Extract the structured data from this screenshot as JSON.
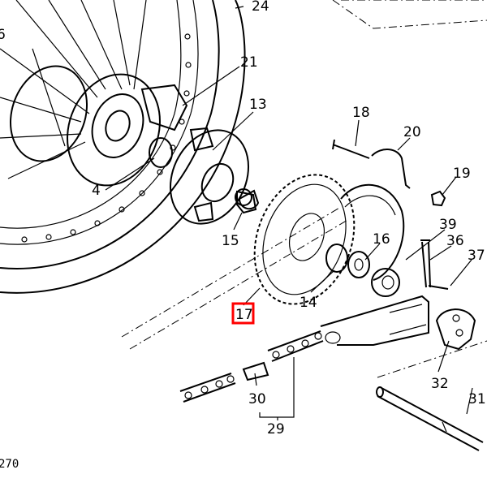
{
  "diagram": {
    "title": "Rear wheel and drive chain exploded view",
    "highlight_color": "#ff0000",
    "highlighted_part": "17",
    "labels": {
      "p24": "24",
      "p6": "6",
      "p21": "21",
      "p13": "13",
      "p18": "18",
      "p20": "20",
      "p19": "19",
      "p4": "4",
      "p15": "15",
      "p39": "39",
      "p16": "16",
      "p36": "36",
      "p37": "37",
      "p14": "14",
      "p17": "17",
      "p30": "30",
      "p29": "29",
      "p32": "32",
      "p31": "31",
      "fig": "270"
    }
  }
}
